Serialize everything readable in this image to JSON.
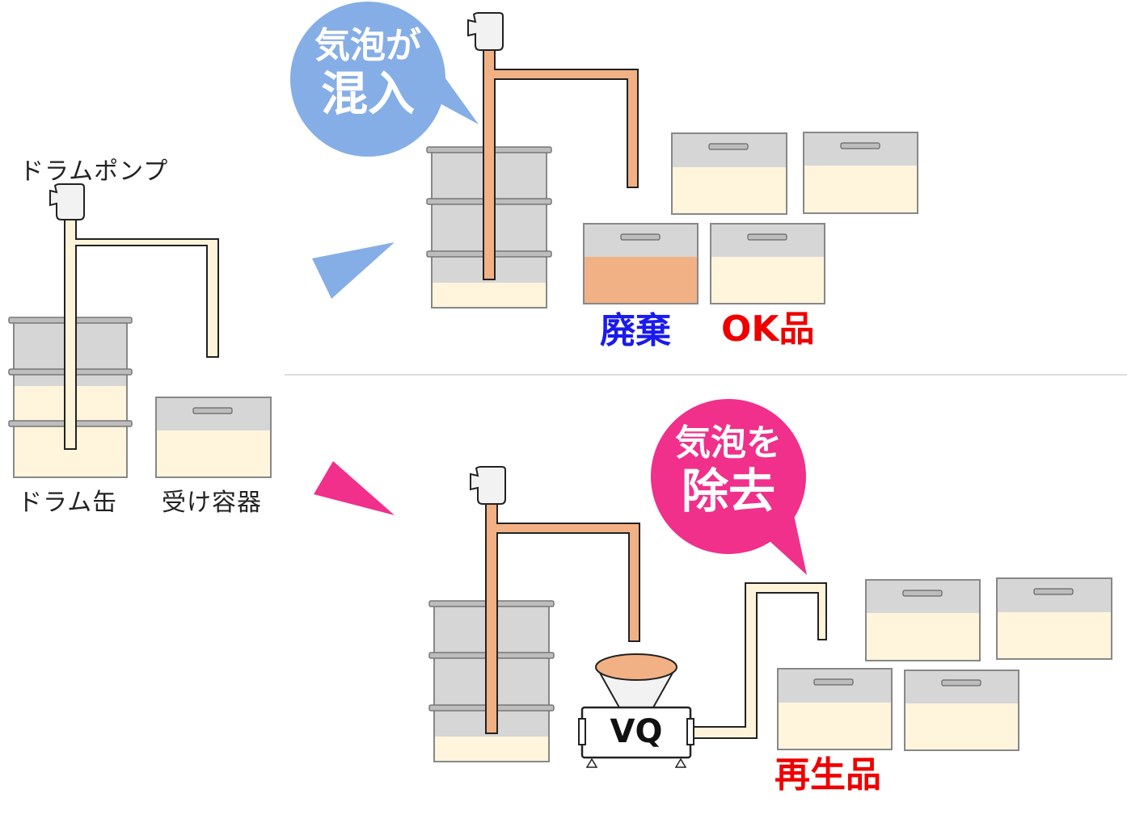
{
  "labels": {
    "drum_pump": "ドラムポンプ",
    "drum_can": "ドラム缶",
    "receiving_container": "受け容器",
    "discard": "廃棄",
    "ok_product": "OK品",
    "recycled_product": "再生品",
    "vq_unit": "VQ"
  },
  "bubbles": {
    "top": {
      "line1": "気泡が",
      "line2": "混入"
    },
    "bottom": {
      "line1": "気泡を",
      "line2": "除去"
    }
  },
  "colors": {
    "discard_text": "#1a1aee",
    "ok_text": "#ee0000",
    "recycled_text": "#ee0000",
    "bubble_top": "#86aee6",
    "bubble_bottom": "#f0308a",
    "pipe_clean": "#fff4d9",
    "pipe_foamy": "#f2b184",
    "liquid_clean": "#fff4dc",
    "liquid_discard": "#f2b184",
    "drum_gray": "#d6d6d6"
  }
}
